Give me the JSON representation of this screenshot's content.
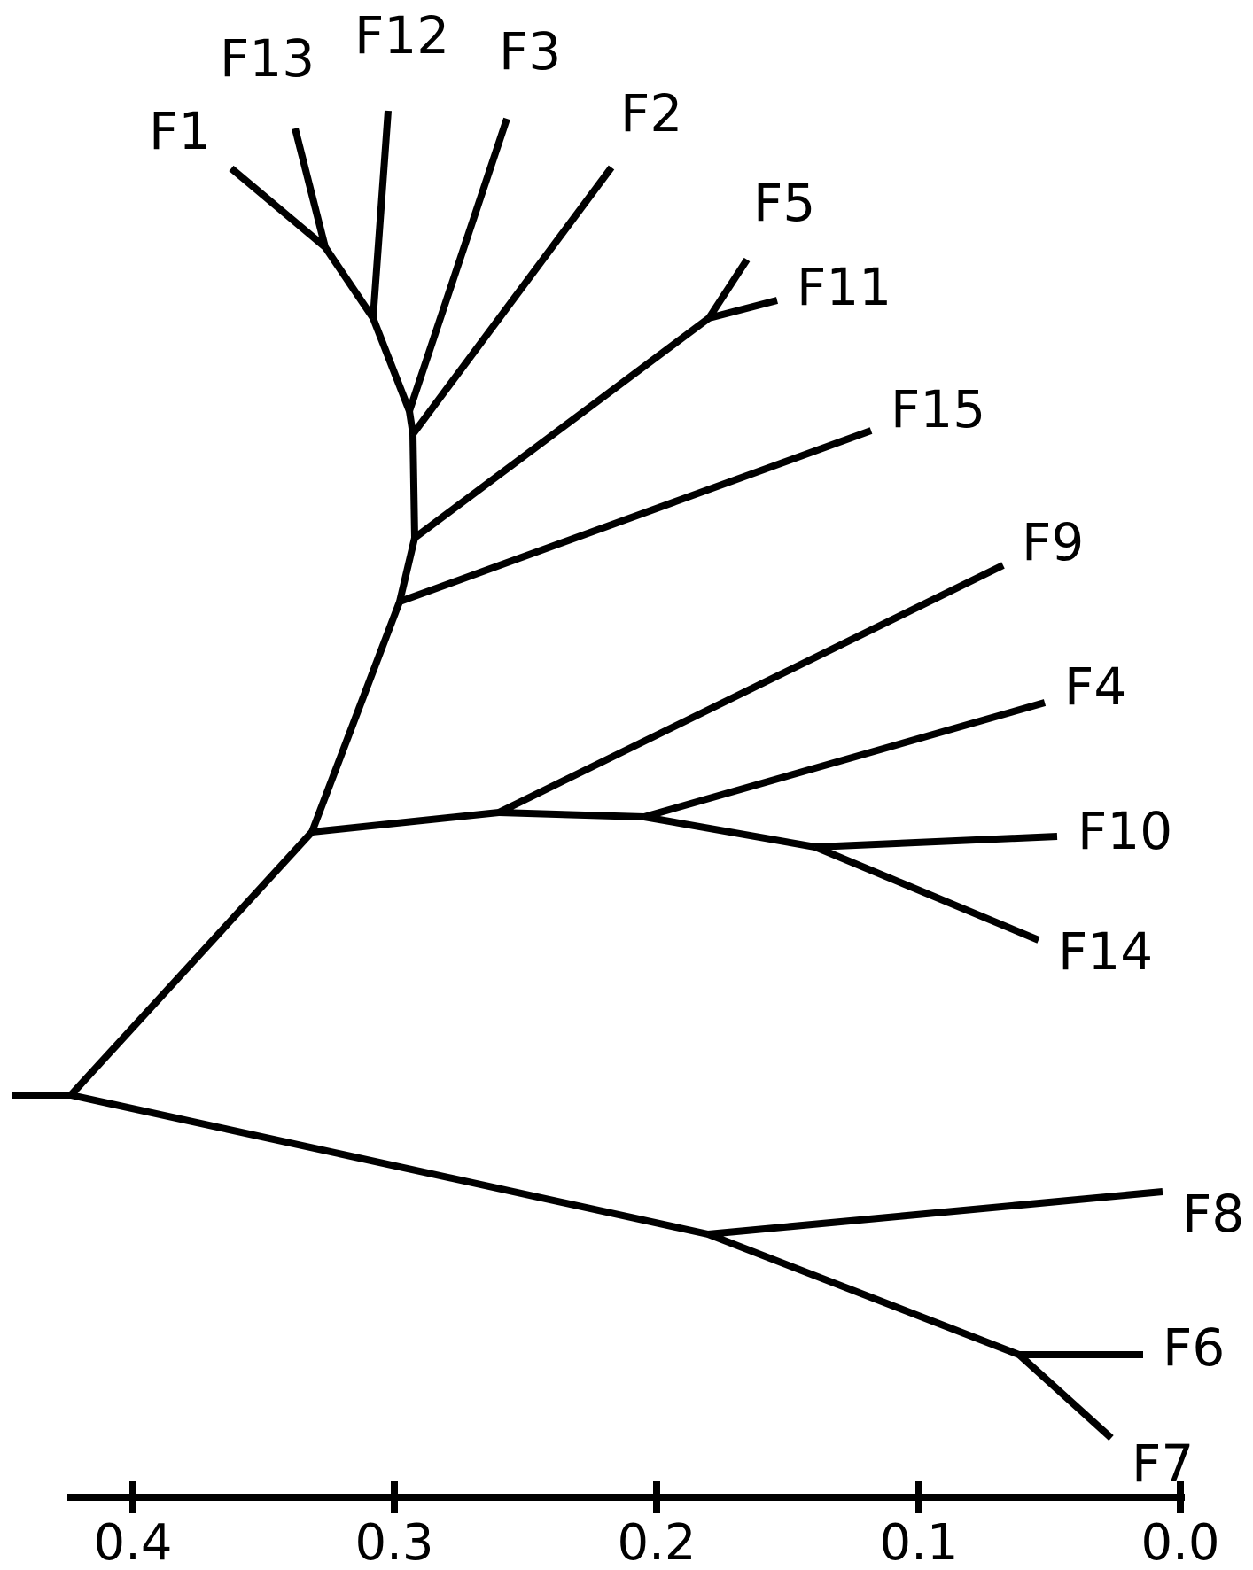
{
  "tree": {
    "stroke_color": "#000000",
    "leaves": [
      "F1",
      "F13",
      "F12",
      "F3",
      "F2",
      "F5",
      "F11",
      "F15",
      "F9",
      "F4",
      "F10",
      "F14",
      "F8",
      "F6",
      "F7"
    ],
    "newick": "((((((((F1,F13),F12),F3),F2),(F5,F11)),F15),(F9,(F4,(F10,F14)))),(F8,(F6,F7)));"
  },
  "axis": {
    "ticks": [
      "0.4",
      "0.3",
      "0.2",
      "0.1",
      "0.0"
    ]
  }
}
